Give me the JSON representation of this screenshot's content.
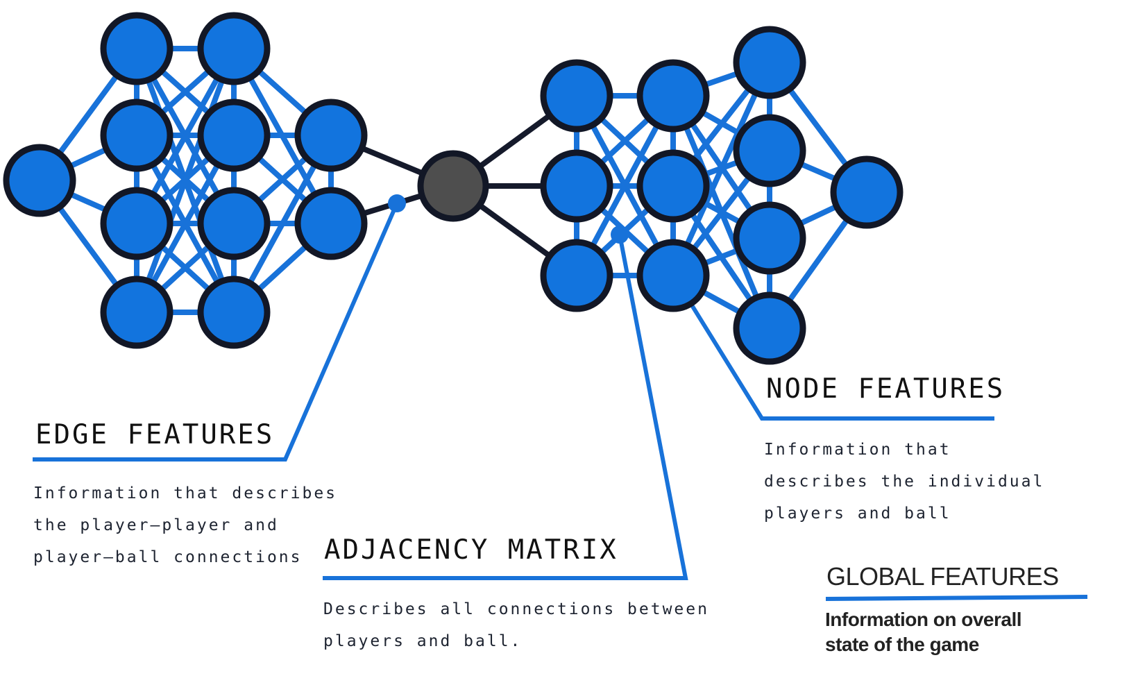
{
  "labels": {
    "edge": {
      "title": "EDGE FEATURES",
      "lines": [
        "Information that describes",
        "the player–player and",
        "player–ball connections"
      ]
    },
    "adjacency": {
      "title": "ADJACENCY MATRIX",
      "lines": [
        "Describes all connections between",
        "players and ball."
      ]
    },
    "node": {
      "title": "NODE FEATURES",
      "lines": [
        "Information that",
        "describes the individual",
        "players and ball"
      ]
    },
    "global": {
      "title": "GLOBAL FEATURES",
      "lines": [
        "Information on overall",
        "state of the game"
      ]
    }
  },
  "colors": {
    "node_fill": "#1274de",
    "node_outline": "#121726",
    "hub_fill": "#4e4e4e",
    "edge_blue": "#1872d9",
    "edge_dark": "#151a2b"
  }
}
